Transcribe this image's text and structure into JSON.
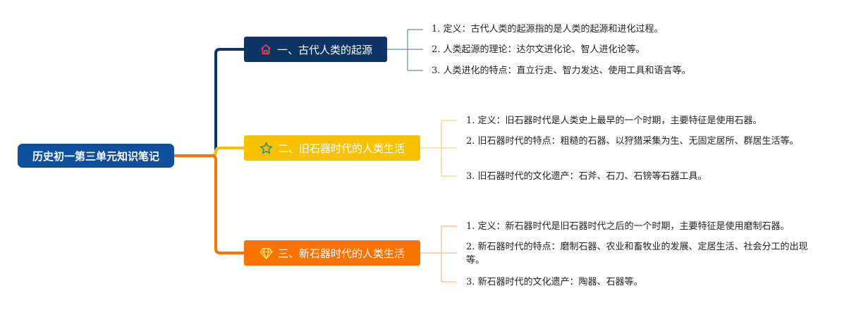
{
  "root": {
    "label": "历史初一第三单元知识笔记"
  },
  "colors": {
    "root": "#0f4f9c",
    "branch1": "#0c3566",
    "branch2": "#f8c102",
    "branch3": "#fa7300"
  },
  "branches": [
    {
      "icon": "house-icon",
      "label": "一、古代人类的起源",
      "items": [
        "1. 定义：古代人类的起源指的是人类的起源和进化过程。",
        "2. 人类起源的理论：达尔文进化论、智人进化论等。",
        "3. 人类进化的特点：直立行走、智力发达、使用工具和语言等。"
      ]
    },
    {
      "icon": "star-icon",
      "label": "二、旧石器时代的人类生活",
      "items": [
        "1. 定义：旧石器时代是人类史上最早的一个时期，主要特征是使用石器。",
        "2. 旧石器时代的特点：粗糙的石器、以狩猎采集为生、无固定居所、群居生活等。",
        "3. 旧石器时代的文化遗产：石斧、石刀、石镑等石器工具。"
      ]
    },
    {
      "icon": "diamond-icon",
      "label": "三、新石器时代的人类生活",
      "items": [
        "1. 定义：新石器时代是旧石器时代之后的一个时期，主要特征是使用磨制石器。",
        "2. 新石器时代的特点：磨制石器、农业和畜牧业的发展、定居生活、社会分工的出现等。",
        "3. 新石器时代的文化遗产：陶器、石器等。"
      ]
    }
  ]
}
